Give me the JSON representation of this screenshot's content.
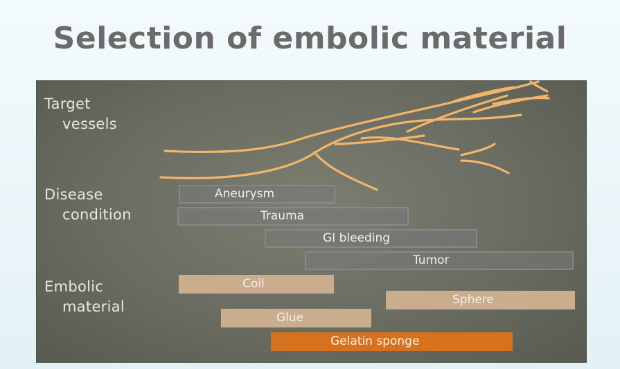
{
  "slide": {
    "title": "Selection of embolic material"
  },
  "rows": {
    "target": [
      "Target",
      "vessels"
    ],
    "disease": [
      "Disease",
      "condition"
    ],
    "material": [
      "Embolic",
      "material"
    ]
  },
  "disease_bars": [
    "Aneurysm",
    "Trauma",
    "GI bleeding",
    "Tumor"
  ],
  "material_bars": [
    "Coil",
    "Sphere",
    "Glue",
    "Gelatin sponge"
  ],
  "colors": {
    "vessel": "#f3b56a",
    "panel": "#6b6d62",
    "material_bar": "#c9ad8d",
    "gelatin_sponge_bar": "#d6721e"
  }
}
